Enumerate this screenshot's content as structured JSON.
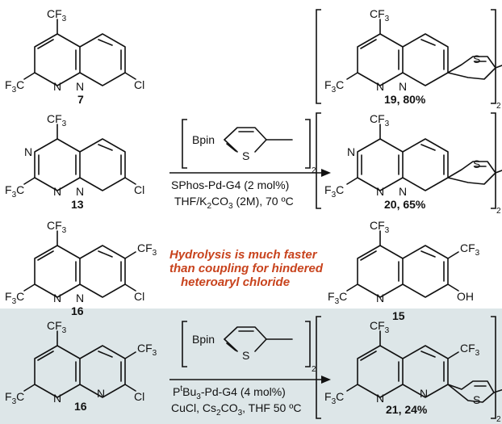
{
  "labels": {
    "cf3": "CF",
    "cf3_sub": "3",
    "f3c_main": "F",
    "f3c_sub": "3",
    "f3c_c": "C",
    "n": "N",
    "s": "S",
    "cl": "Cl",
    "oh": "OH",
    "bpin": "Bpin",
    "bracket_sub": "2"
  },
  "compounds": {
    "c7": "7",
    "c13": "13",
    "c16a": "16",
    "c15": "15",
    "c16b": "16",
    "c19": "19, 80%",
    "c20": "20, 65%",
    "c21": "21, 24%"
  },
  "conditions": {
    "top_line1": "SPhos-Pd-G4 (2 mol%)",
    "top_line2_a": "THF/K",
    "top_line2_sub": "2",
    "top_line2_b": "CO",
    "top_line2_sub2": "3",
    "top_line2_c": " (2M), 70 ºC",
    "bot_line1_a": "P",
    "bot_line1_sup": "t",
    "bot_line1_b": "Bu",
    "bot_line1_sub": "3",
    "bot_line1_c": "-Pd-G4 (4 mol%)",
    "bot_line2_a": "CuCl, Cs",
    "bot_line2_sub": "2",
    "bot_line2_b": "CO",
    "bot_line2_sub2": "3",
    "bot_line2_c": ", THF 50 ºC"
  },
  "note": {
    "line1": "Hydrolysis is much faster",
    "line2": "than coupling for hindered",
    "line3": "heteroaryl chloride"
  },
  "colors": {
    "panel_bg": "#dde6e8",
    "note_text": "#c8431d"
  }
}
